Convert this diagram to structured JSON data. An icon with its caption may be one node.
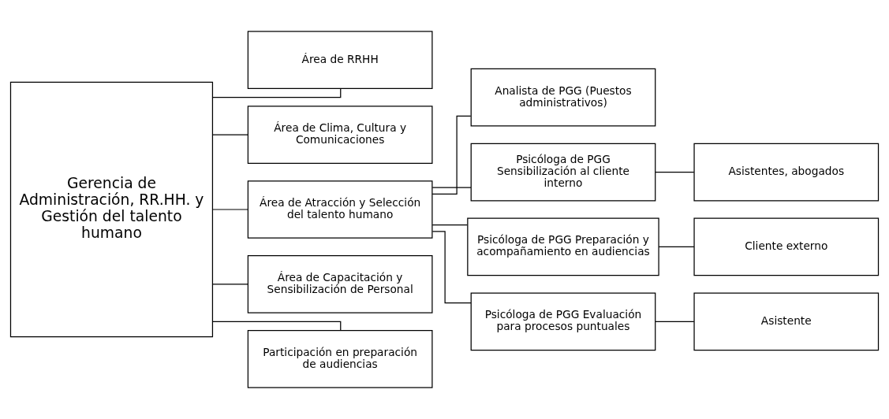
{
  "diagram": {
    "nodes": [
      {
        "text": [
          "Gerencia de Administración, RR.HH. y Gestión del talento humano"
        ]
      },
      {
        "text": [
          "Área de RRHH"
        ]
      },
      {
        "text": [
          "Área de Clima, Cultura y Comunicaciones"
        ]
      },
      {
        "text": [
          "Área de Atracción y Selección del talento humano"
        ]
      },
      {
        "text": [
          "Área de Capacitación y Sensibilización de Personal"
        ]
      },
      {
        "text": [
          "Participación en preparación de audiencias"
        ]
      },
      {
        "text": [
          "Analista de PGG (Puestos administrativos)"
        ]
      },
      {
        "text": [
          "Psicóloga de PGG Sensibilización al cliente interno"
        ]
      },
      {
        "text": [
          "Psicóloga de PGG Preparación y acompañamiento en audiencias"
        ]
      },
      {
        "text": [
          "Psicóloga de PGG Evaluación para procesos puntuales"
        ]
      },
      {
        "text": [
          "Asistentes, abogados"
        ]
      },
      {
        "text": [
          "Cliente externo"
        ]
      },
      {
        "text": [
          "Asistente"
        ]
      }
    ],
    "edges": [
      {
        "from": 0,
        "to": 1,
        "arrow": "none"
      },
      {
        "from": 0,
        "to": 2,
        "arrow": "none"
      },
      {
        "from": 0,
        "to": 3,
        "arrow": "none"
      },
      {
        "from": 0,
        "to": 4,
        "arrow": "none"
      },
      {
        "from": 0,
        "to": 5,
        "arrow": "none"
      },
      {
        "from": 3,
        "to": 6,
        "arrow": "none"
      },
      {
        "from": 3,
        "to": 7,
        "arrow": "none"
      },
      {
        "from": 3,
        "to": 8,
        "arrow": "none"
      },
      {
        "from": 3,
        "to": 9,
        "arrow": "none"
      },
      {
        "from": 7,
        "to": 10,
        "arrow": "none"
      },
      {
        "from": 8,
        "to": 11,
        "arrow": "none"
      },
      {
        "from": 9,
        "to": 12,
        "arrow": "none"
      }
    ]
  }
}
